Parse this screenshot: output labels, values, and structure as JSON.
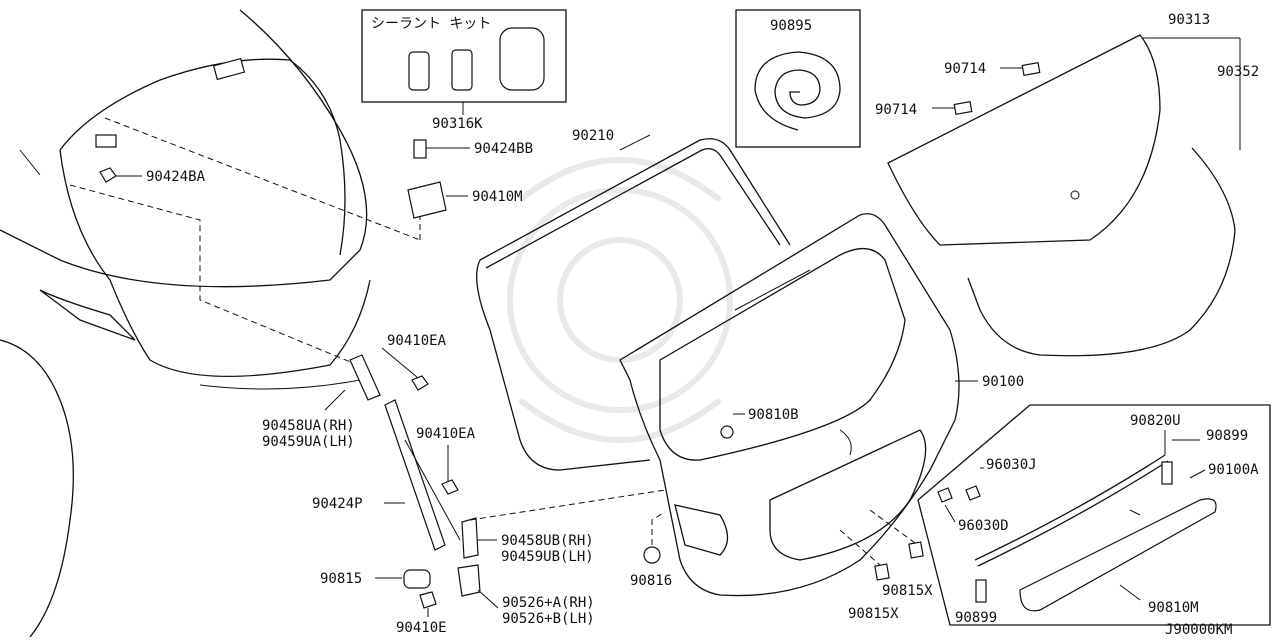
{
  "diagram_code": "J90000KM",
  "callouts": {
    "sealant_kit": "シーラント キット",
    "p90316K": "90316K",
    "p90895": "90895",
    "p90313": "90313",
    "p90352": "90352",
    "p90714a": "90714",
    "p90714b": "90714",
    "p90424BB": "90424BB",
    "p90424BA": "90424BA",
    "p90410M": "90410M",
    "p90210": "90210",
    "p90410EA_1": "90410EA",
    "p90410EA_2": "90410EA",
    "p90458UA": "90458UA(RH)",
    "p90459UA": "90459UA(LH)",
    "p90424P": "90424P",
    "p90458UB": "90458UB(RH)",
    "p90459UB": "90459UB(LH)",
    "p90815": "90815",
    "p90410E": "90410E",
    "p90526A": "90526+A(RH)",
    "p90526B": "90526+B(LH)",
    "p90816": "90816",
    "p90810B": "90810B",
    "p90100": "90100",
    "p90820U": "90820U",
    "p90899a": "90899",
    "p90899b": "90899",
    "p90100A": "90100A",
    "p96030J": "96030J",
    "p96030D": "96030D",
    "p90815X_1": "90815X",
    "p90815X_2": "90815X",
    "p90810M": "90810M"
  }
}
